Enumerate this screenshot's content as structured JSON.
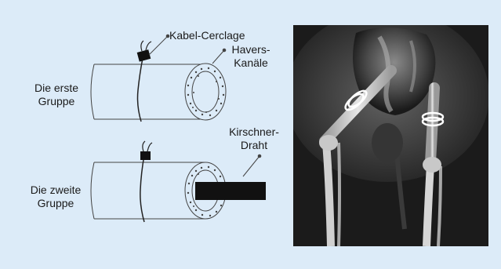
{
  "labels": {
    "cable_cerclage": "Kabel-Cerclage",
    "havers_line1": "Havers-",
    "havers_line2": "Kanäle",
    "kirschner_line1": "Kirschner-",
    "kirschner_line2": "Draht",
    "group1_line1": "Die erste",
    "group1_line2": "Gruppe",
    "group2_line1": "Die zweite",
    "group2_line2": "Gruppe"
  },
  "colors": {
    "background": "#dcebf8",
    "line": "#444444",
    "rod": "#111111",
    "xray_dark": "#1a1a1a",
    "xray_bone": "#d8d8d8"
  }
}
